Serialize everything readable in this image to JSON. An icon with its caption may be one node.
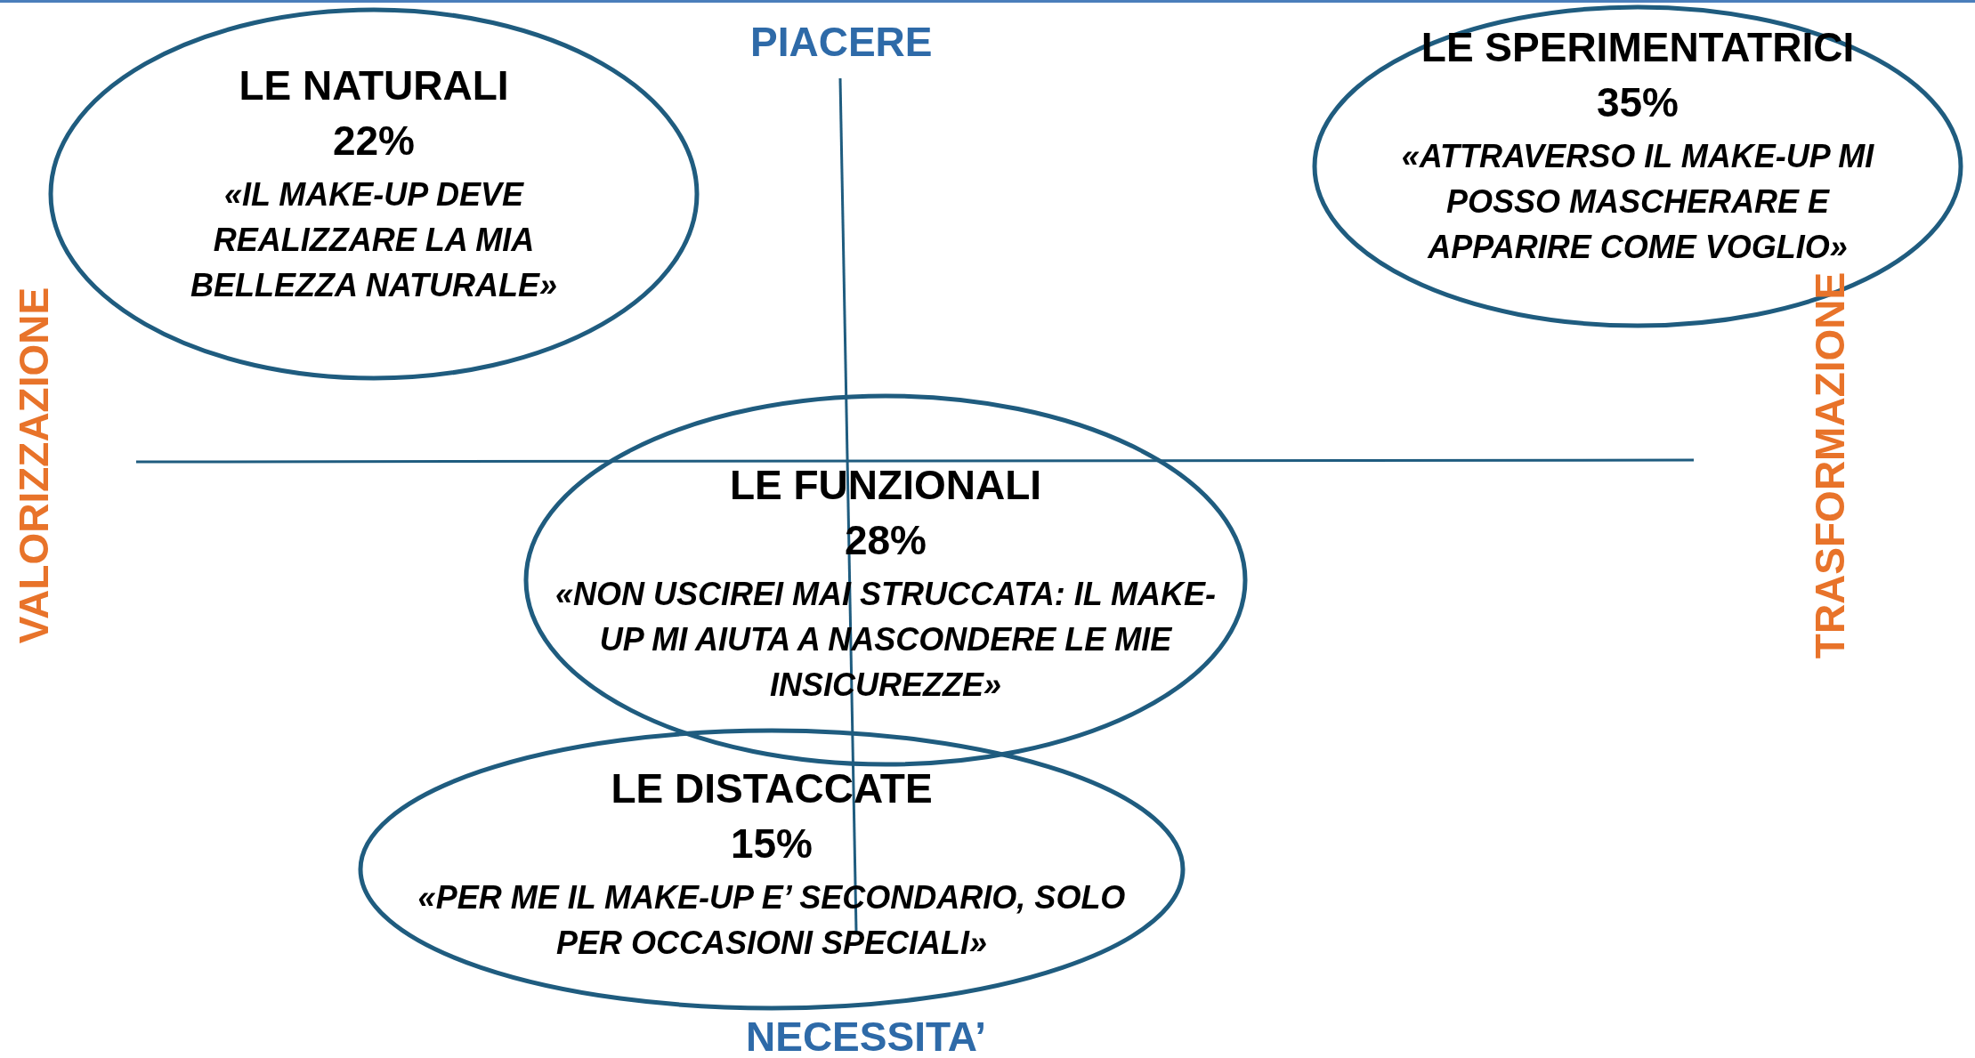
{
  "diagram": {
    "nodes": [
      {
        "text": [
          "LE NATURALI",
          "22%",
          "«IL MAKE-UP DEVE REALIZZARE LA MIA BELLEZZA NATURALE»"
        ]
      },
      {
        "text": [
          "LE SPERIMENTATRICI",
          "35%",
          "«ATTRAVERSO IL MAKE-UP MI POSSO MASCHERARE E APPARIRE COME VOGLIO»"
        ]
      },
      {
        "text": [
          "LE FUNZIONALI",
          "28%",
          "«NON USCIREI MAI STRUCCATA: IL MAKE-UP MI AIUTA A NASCONDERE LE MIE INSICUREZZE»"
        ]
      },
      {
        "text": [
          "LE DISTACCATE",
          "15%",
          "«PER ME IL MAKE-UP E’ SECONDARIO, SOLO PER OCCASIONI SPECIALI»"
        ]
      }
    ],
    "labels": [
      "PIACERE",
      "VALORIZZAZIONE",
      "TRASFORMAZIONE",
      "NECESSITA’"
    ]
  }
}
